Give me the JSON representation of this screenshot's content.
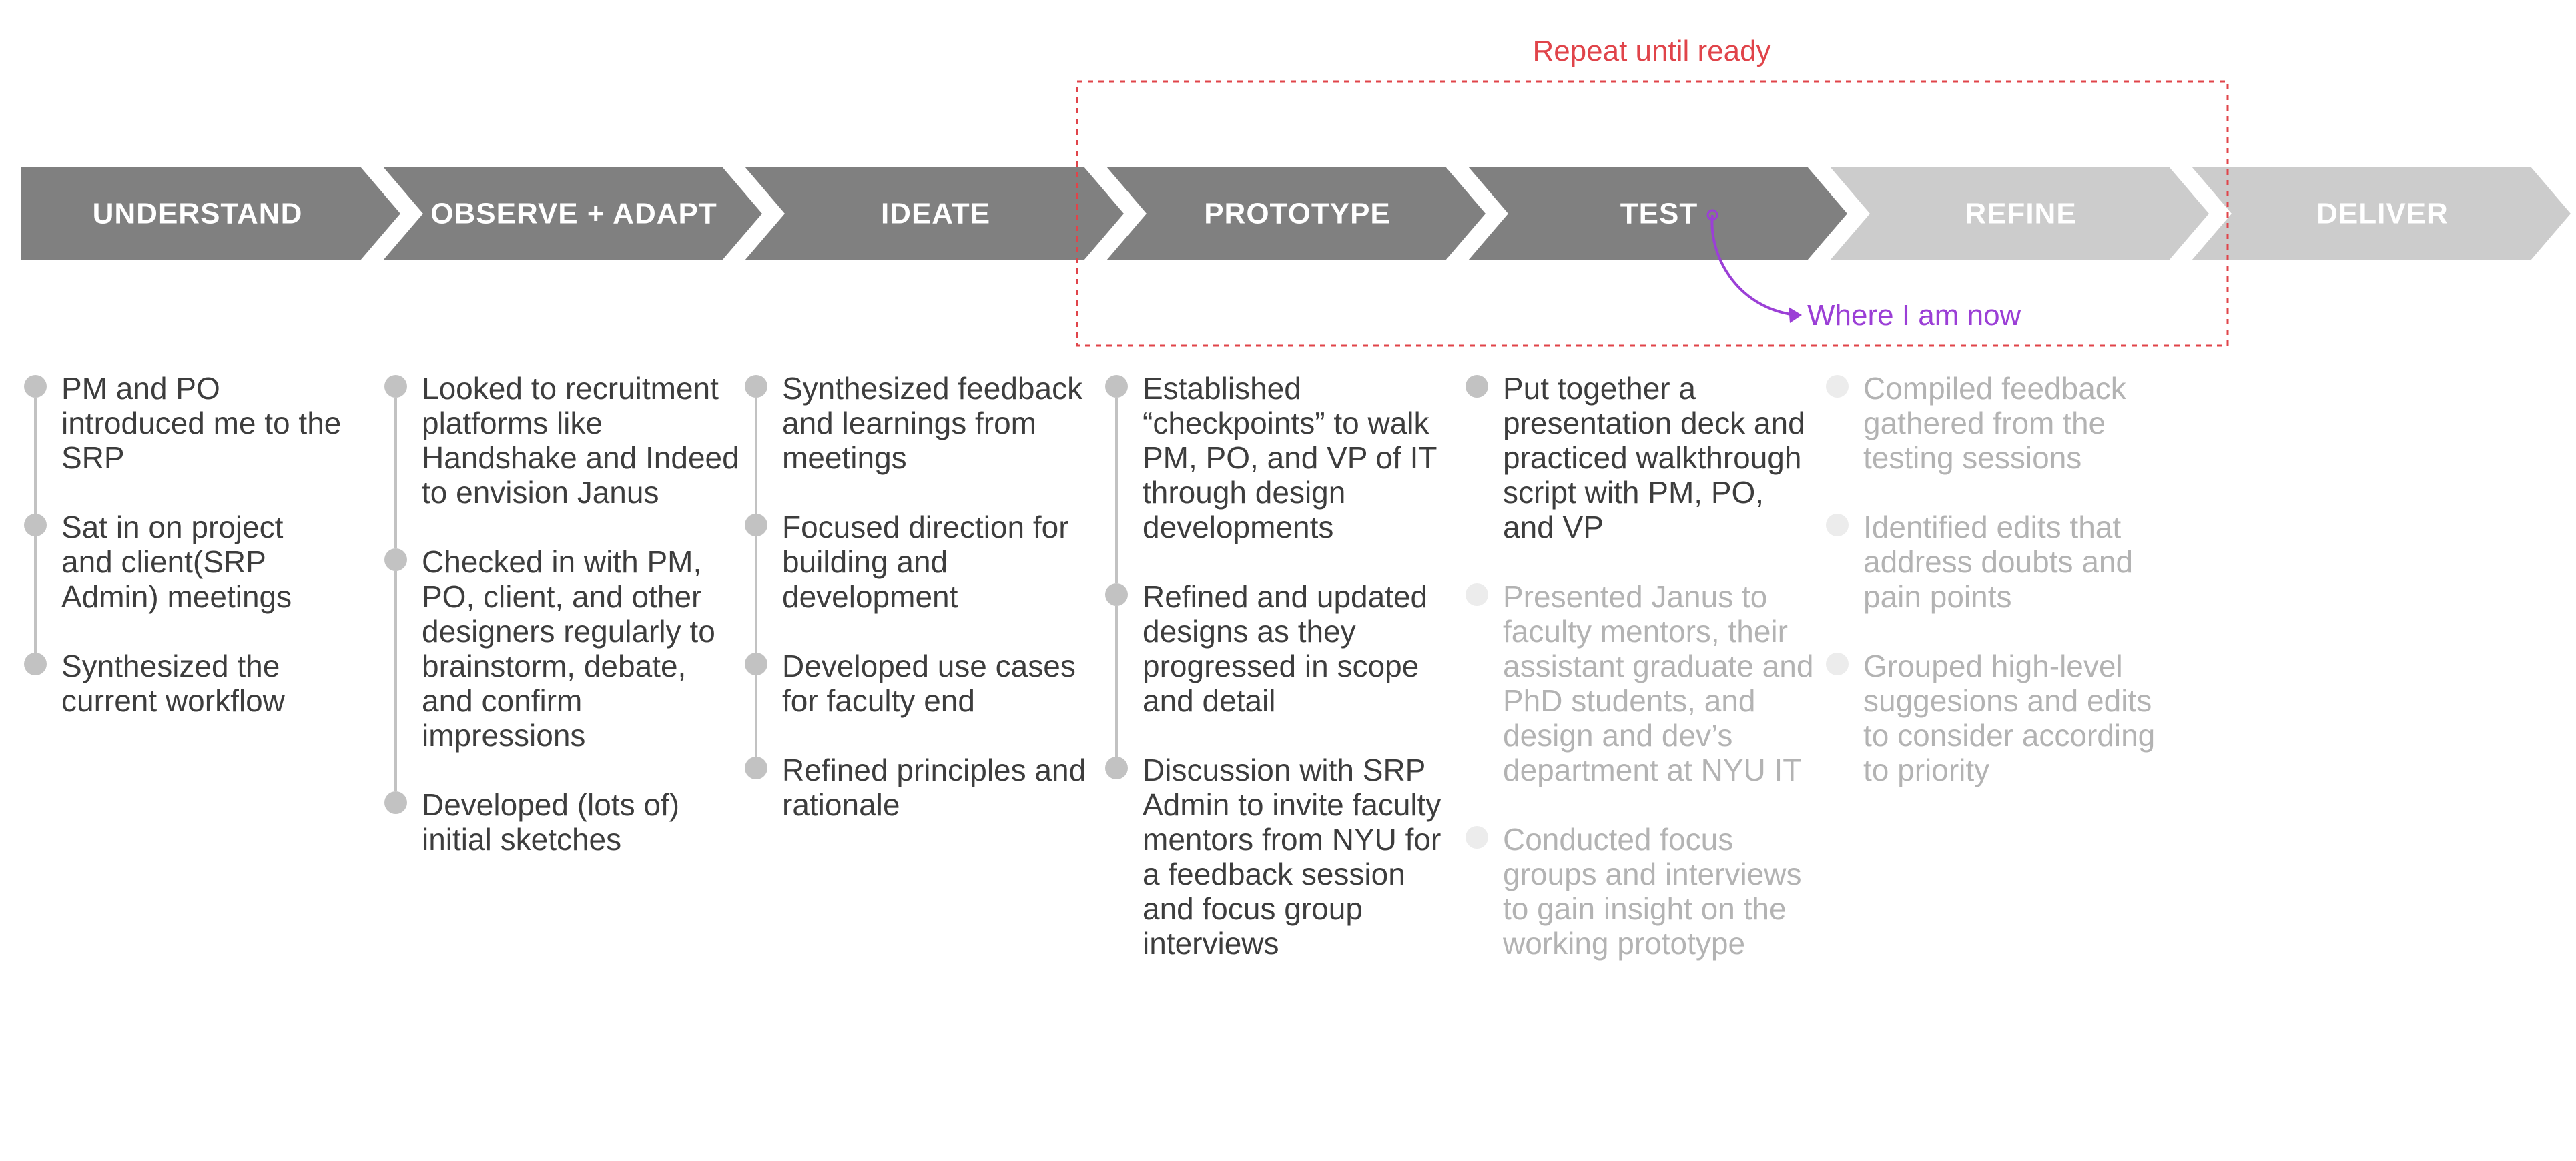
{
  "loop_label": "Repeat until ready",
  "status_label": "Where I am now",
  "colors": {
    "active_phase": "#808080",
    "future_phase": "#cccccc",
    "loop_accent": "#e0444a",
    "status_accent": "#9b3fd6",
    "done_text": "#3d3d3d",
    "future_text": "#b3b3b3",
    "done_dot": "#c2c2c2",
    "future_dot": "#ececec"
  },
  "phases": [
    {
      "label": "UNDERSTAND",
      "state": "done",
      "steps": [
        {
          "text": "PM and PO introduced me to the SRP",
          "state": "done"
        },
        {
          "text": "Sat in on project and client(SRP Admin) meetings",
          "state": "done"
        },
        {
          "text": "Synthesized the current workflow",
          "state": "done"
        }
      ]
    },
    {
      "label": "OBSERVE + ADAPT",
      "state": "done",
      "steps": [
        {
          "text": "Looked to recruitment platforms like Handshake and Indeed to envision Janus",
          "state": "done"
        },
        {
          "text": "Checked in with PM, PO, client, and other designers regularly to brainstorm, debate, and confirm impressions",
          "state": "done"
        },
        {
          "text": "Developed (lots of) initial sketches",
          "state": "done"
        }
      ]
    },
    {
      "label": "IDEATE",
      "state": "done",
      "steps": [
        {
          "text": "Synthesized feedback and learnings from meetings",
          "state": "done"
        },
        {
          "text": "Focused direction for building and development",
          "state": "done"
        },
        {
          "text": "Developed use cases for faculty end",
          "state": "done"
        },
        {
          "text": "Refined principles and rationale",
          "state": "done"
        }
      ]
    },
    {
      "label": "PROTOTYPE",
      "state": "done",
      "steps": [
        {
          "text": "Established “checkpoints” to walk PM, PO, and VP of IT through design developments",
          "state": "done"
        },
        {
          "text": "Refined and updated designs as they progressed in scope and detail",
          "state": "done"
        },
        {
          "text": "Discussion with SRP Admin to invite faculty mentors from NYU for a feedback session and focus group interviews",
          "state": "done"
        }
      ]
    },
    {
      "label": "TEST",
      "state": "done",
      "steps": [
        {
          "text": "Put together a presentation deck and practiced walkthrough script with PM, PO, and VP",
          "state": "done"
        },
        {
          "text": "Presented Janus to faculty mentors, their assistant graduate and PhD students, and design and dev’s department at NYU IT",
          "state": "future"
        },
        {
          "text": "Conducted focus groups and interviews to gain insight on the working prototype",
          "state": "future"
        }
      ]
    },
    {
      "label": "REFINE",
      "state": "future",
      "steps": [
        {
          "text": "Compiled feedback gathered from the testing sessions",
          "state": "future"
        },
        {
          "text": "Identified edits that address doubts and pain points",
          "state": "future"
        },
        {
          "text": "Grouped high-level suggesions and edits to consider according to priority",
          "state": "future"
        }
      ]
    },
    {
      "label": "DELIVER",
      "state": "future",
      "steps": []
    }
  ]
}
